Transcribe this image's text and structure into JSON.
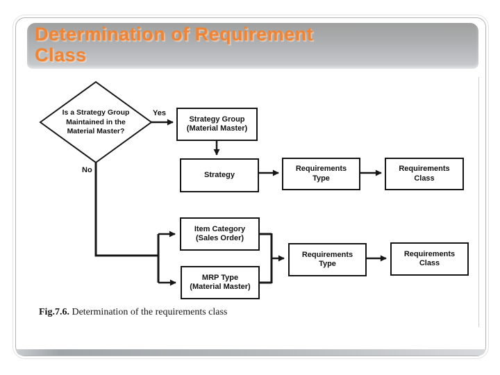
{
  "slide": {
    "title_line1": "Determination of Requirement",
    "title_line2": "Class",
    "title_color": "#ee8536"
  },
  "flowchart": {
    "decision": {
      "lines": [
        "Is a Strategy Group",
        "Maintained in the",
        "Material Master?"
      ]
    },
    "yes_label": "Yes",
    "no_label": "No",
    "boxes": [
      {
        "id": "strategy-group",
        "lines": [
          "Strategy Group",
          "(Material Master)"
        ]
      },
      {
        "id": "strategy",
        "lines": [
          "Strategy"
        ]
      },
      {
        "id": "requirements-type-top",
        "lines": [
          "Requirements",
          "Type"
        ]
      },
      {
        "id": "requirements-class-top",
        "lines": [
          "Requirements",
          "Class"
        ]
      },
      {
        "id": "item-category",
        "lines": [
          "Item Category",
          "(Sales Order)"
        ]
      },
      {
        "id": "mrp-type",
        "lines": [
          "MRP Type",
          "(Material Master)"
        ]
      },
      {
        "id": "requirements-type-bottom",
        "lines": [
          "Requirements",
          "Type"
        ]
      },
      {
        "id": "requirements-class-bottom",
        "lines": [
          "Requirements",
          "Class"
        ]
      }
    ],
    "line_color": "#161616"
  },
  "caption": {
    "prefix": "Fig.7.6.",
    "text": "Determination of the requirements class"
  }
}
